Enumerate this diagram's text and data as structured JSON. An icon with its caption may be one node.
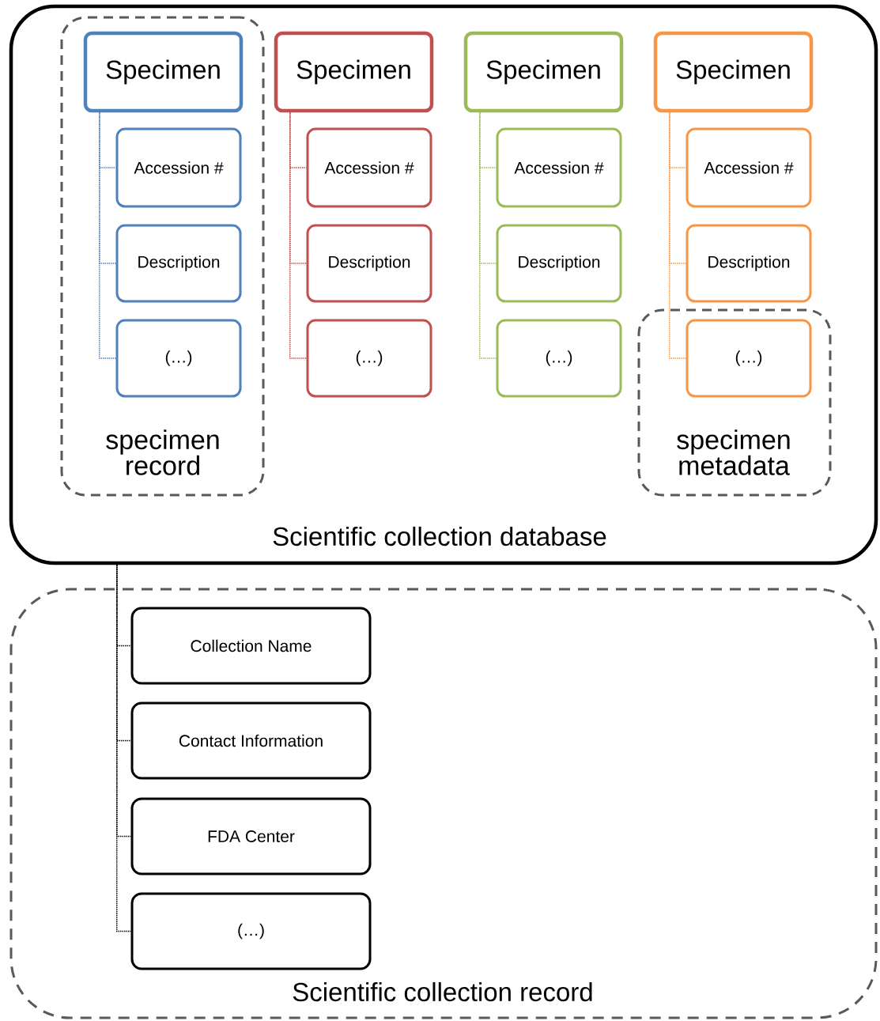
{
  "diagram": {
    "nodes": [
      {
        "text": [
          "Scientific collection database"
        ]
      },
      {
        "text": [
          "specimen record"
        ],
        "in": 0
      },
      {
        "text": [
          "Specimen"
        ],
        "in": 1
      },
      {
        "text": [
          "Accession #"
        ],
        "in": 1
      },
      {
        "text": [
          "Description"
        ],
        "in": 1
      },
      {
        "text": [
          "(…)"
        ],
        "in": 1
      },
      {
        "text": [
          "Specimen"
        ],
        "in": 0
      },
      {
        "text": [
          "Accession #"
        ],
        "in": 0
      },
      {
        "text": [
          "Description"
        ],
        "in": 0
      },
      {
        "text": [
          "(…)"
        ],
        "in": 0
      },
      {
        "text": [
          "Specimen"
        ],
        "in": 0
      },
      {
        "text": [
          "Accession #"
        ],
        "in": 0
      },
      {
        "text": [
          "Description"
        ],
        "in": 0
      },
      {
        "text": [
          "(…)"
        ],
        "in": 0
      },
      {
        "text": [
          "Specimen"
        ],
        "in": 0
      },
      {
        "text": [
          "Accession #"
        ],
        "in": 0
      },
      {
        "text": [
          "Description"
        ],
        "in": 0
      },
      {
        "text": [
          "specimen metadata"
        ],
        "in": 0
      },
      {
        "text": [
          "(…)"
        ],
        "in": 17
      },
      {
        "text": [
          "Scientific collection record"
        ]
      },
      {
        "text": [
          "Collection Name"
        ],
        "in": 19
      },
      {
        "text": [
          "Contact Information"
        ],
        "in": 19
      },
      {
        "text": [
          "FDA Center"
        ],
        "in": 19
      },
      {
        "text": [
          "(…)"
        ],
        "in": 19
      }
    ],
    "edges": [
      {
        "from": 2,
        "to": 3,
        "arrow": "none",
        "style": "dashed",
        "color": "#4f81bd"
      },
      {
        "from": 2,
        "to": 4,
        "arrow": "none",
        "style": "dashed",
        "color": "#4f81bd"
      },
      {
        "from": 2,
        "to": 5,
        "arrow": "none",
        "style": "dashed",
        "color": "#4f81bd"
      },
      {
        "from": 6,
        "to": 7,
        "arrow": "none",
        "style": "dashed",
        "color": "#c0504d"
      },
      {
        "from": 6,
        "to": 8,
        "arrow": "none",
        "style": "dashed",
        "color": "#c0504d"
      },
      {
        "from": 6,
        "to": 9,
        "arrow": "none",
        "style": "dashed",
        "color": "#c0504d"
      },
      {
        "from": 10,
        "to": 11,
        "arrow": "none",
        "style": "dashed",
        "color": "#9bbb59"
      },
      {
        "from": 10,
        "to": 12,
        "arrow": "none",
        "style": "dashed",
        "color": "#9bbb59"
      },
      {
        "from": 10,
        "to": 13,
        "arrow": "none",
        "style": "dashed",
        "color": "#9bbb59"
      },
      {
        "from": 14,
        "to": 15,
        "arrow": "none",
        "style": "dashed",
        "color": "#f79646"
      },
      {
        "from": 14,
        "to": 16,
        "arrow": "none",
        "style": "dashed",
        "color": "#f79646"
      },
      {
        "from": 14,
        "to": 18,
        "arrow": "none",
        "style": "dashed",
        "color": "#f79646"
      },
      {
        "from": 0,
        "to": 20,
        "arrow": "none",
        "style": "dashed"
      },
      {
        "from": 0,
        "to": 21,
        "arrow": "none",
        "style": "dashed"
      },
      {
        "from": 0,
        "to": 22,
        "arrow": "none",
        "style": "dashed"
      },
      {
        "from": 0,
        "to": 23,
        "arrow": "none",
        "style": "dashed"
      }
    ]
  }
}
